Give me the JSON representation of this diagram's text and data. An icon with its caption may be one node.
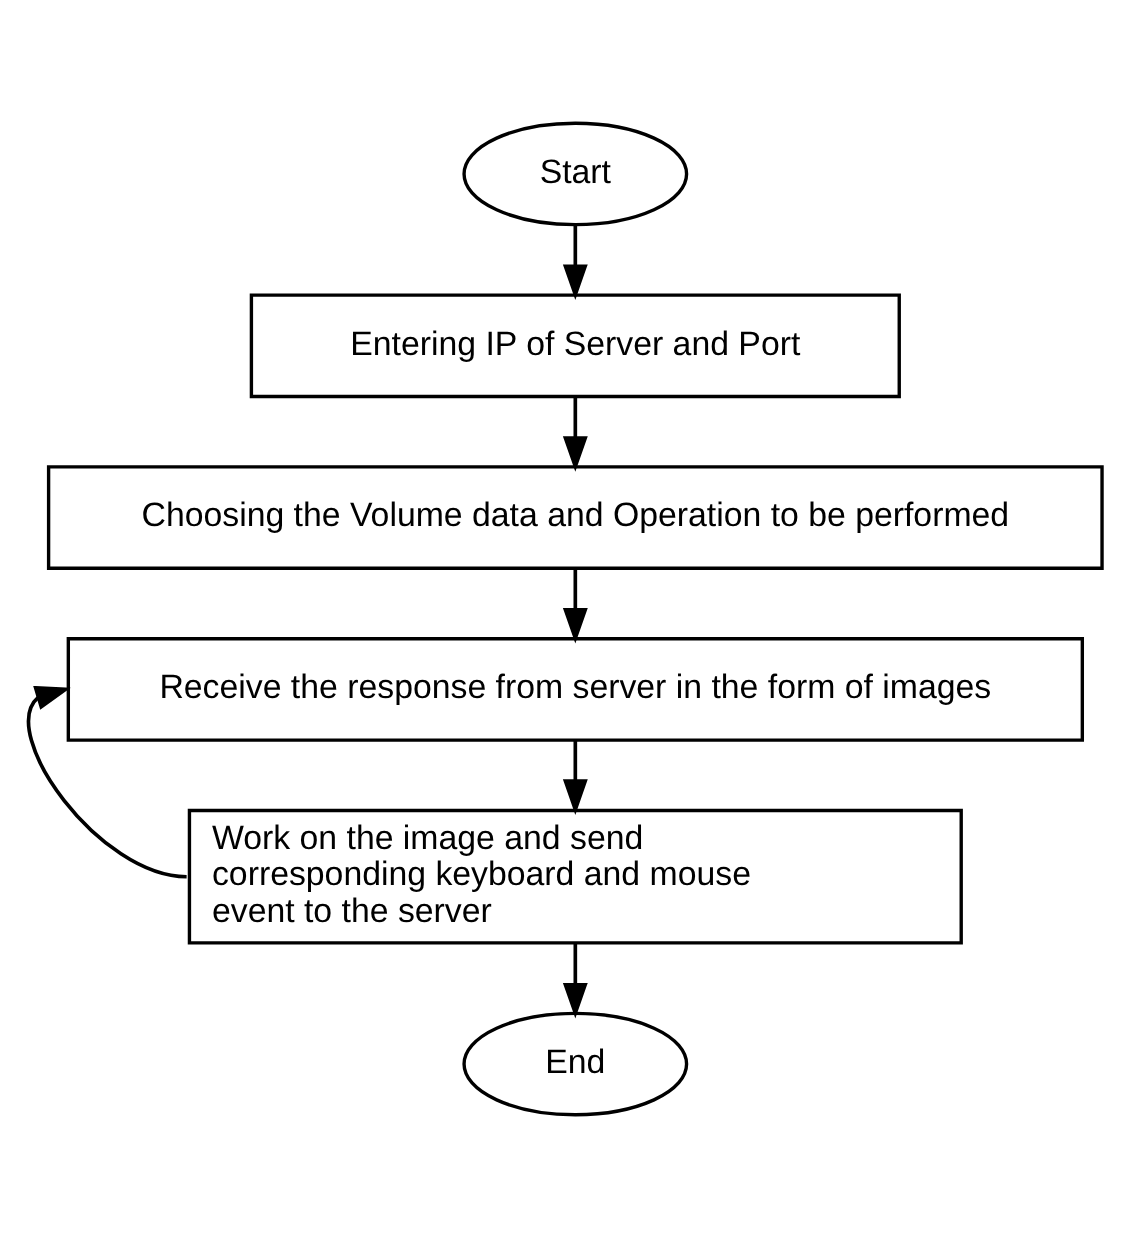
{
  "diagram": {
    "nodes": [
      {
        "text": [
          "Start"
        ]
      },
      {
        "text": [
          "Entering IP of Server and Port"
        ]
      },
      {
        "text": [
          "Choosing the Volume data and Operation to be performed"
        ]
      },
      {
        "text": [
          "Receive the response from server in the form of images"
        ]
      },
      {
        "text": [
          "Work on the image and send corresponding keyboard and mouse event to the server"
        ]
      },
      {
        "text": [
          "End"
        ]
      }
    ],
    "edges": [
      {
        "from": 0,
        "to": 1,
        "arrow": "to"
      },
      {
        "from": 1,
        "to": 2,
        "arrow": "to"
      },
      {
        "from": 2,
        "to": 3,
        "arrow": "to"
      },
      {
        "from": 3,
        "to": 4,
        "arrow": "to"
      },
      {
        "from": 4,
        "to": 3,
        "arrow": "to"
      },
      {
        "from": 4,
        "to": 5,
        "arrow": "to"
      }
    ]
  }
}
